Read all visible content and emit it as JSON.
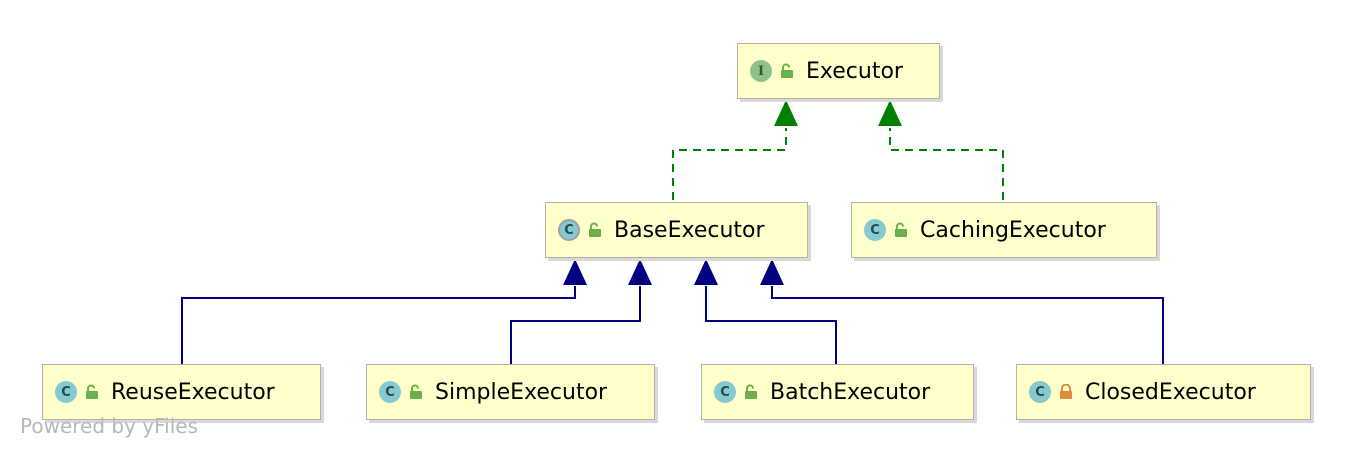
{
  "nodes": {
    "executor": {
      "label": "Executor",
      "kind": "I"
    },
    "base": {
      "label": "BaseExecutor",
      "kind": "C"
    },
    "caching": {
      "label": "CachingExecutor",
      "kind": "C"
    },
    "reuse": {
      "label": "ReuseExecutor",
      "kind": "C"
    },
    "simple": {
      "label": "SimpleExecutor",
      "kind": "C"
    },
    "batch": {
      "label": "BatchExecutor",
      "kind": "C"
    },
    "closed": {
      "label": "ClosedExecutor",
      "kind": "C"
    }
  },
  "footer": "Powered by yFiles",
  "colors": {
    "implements": "#008000",
    "extends": "#000080",
    "node_fill": "#ffffcc",
    "lock_public": "#6ab04c",
    "lock_private": "#e08a3c"
  }
}
